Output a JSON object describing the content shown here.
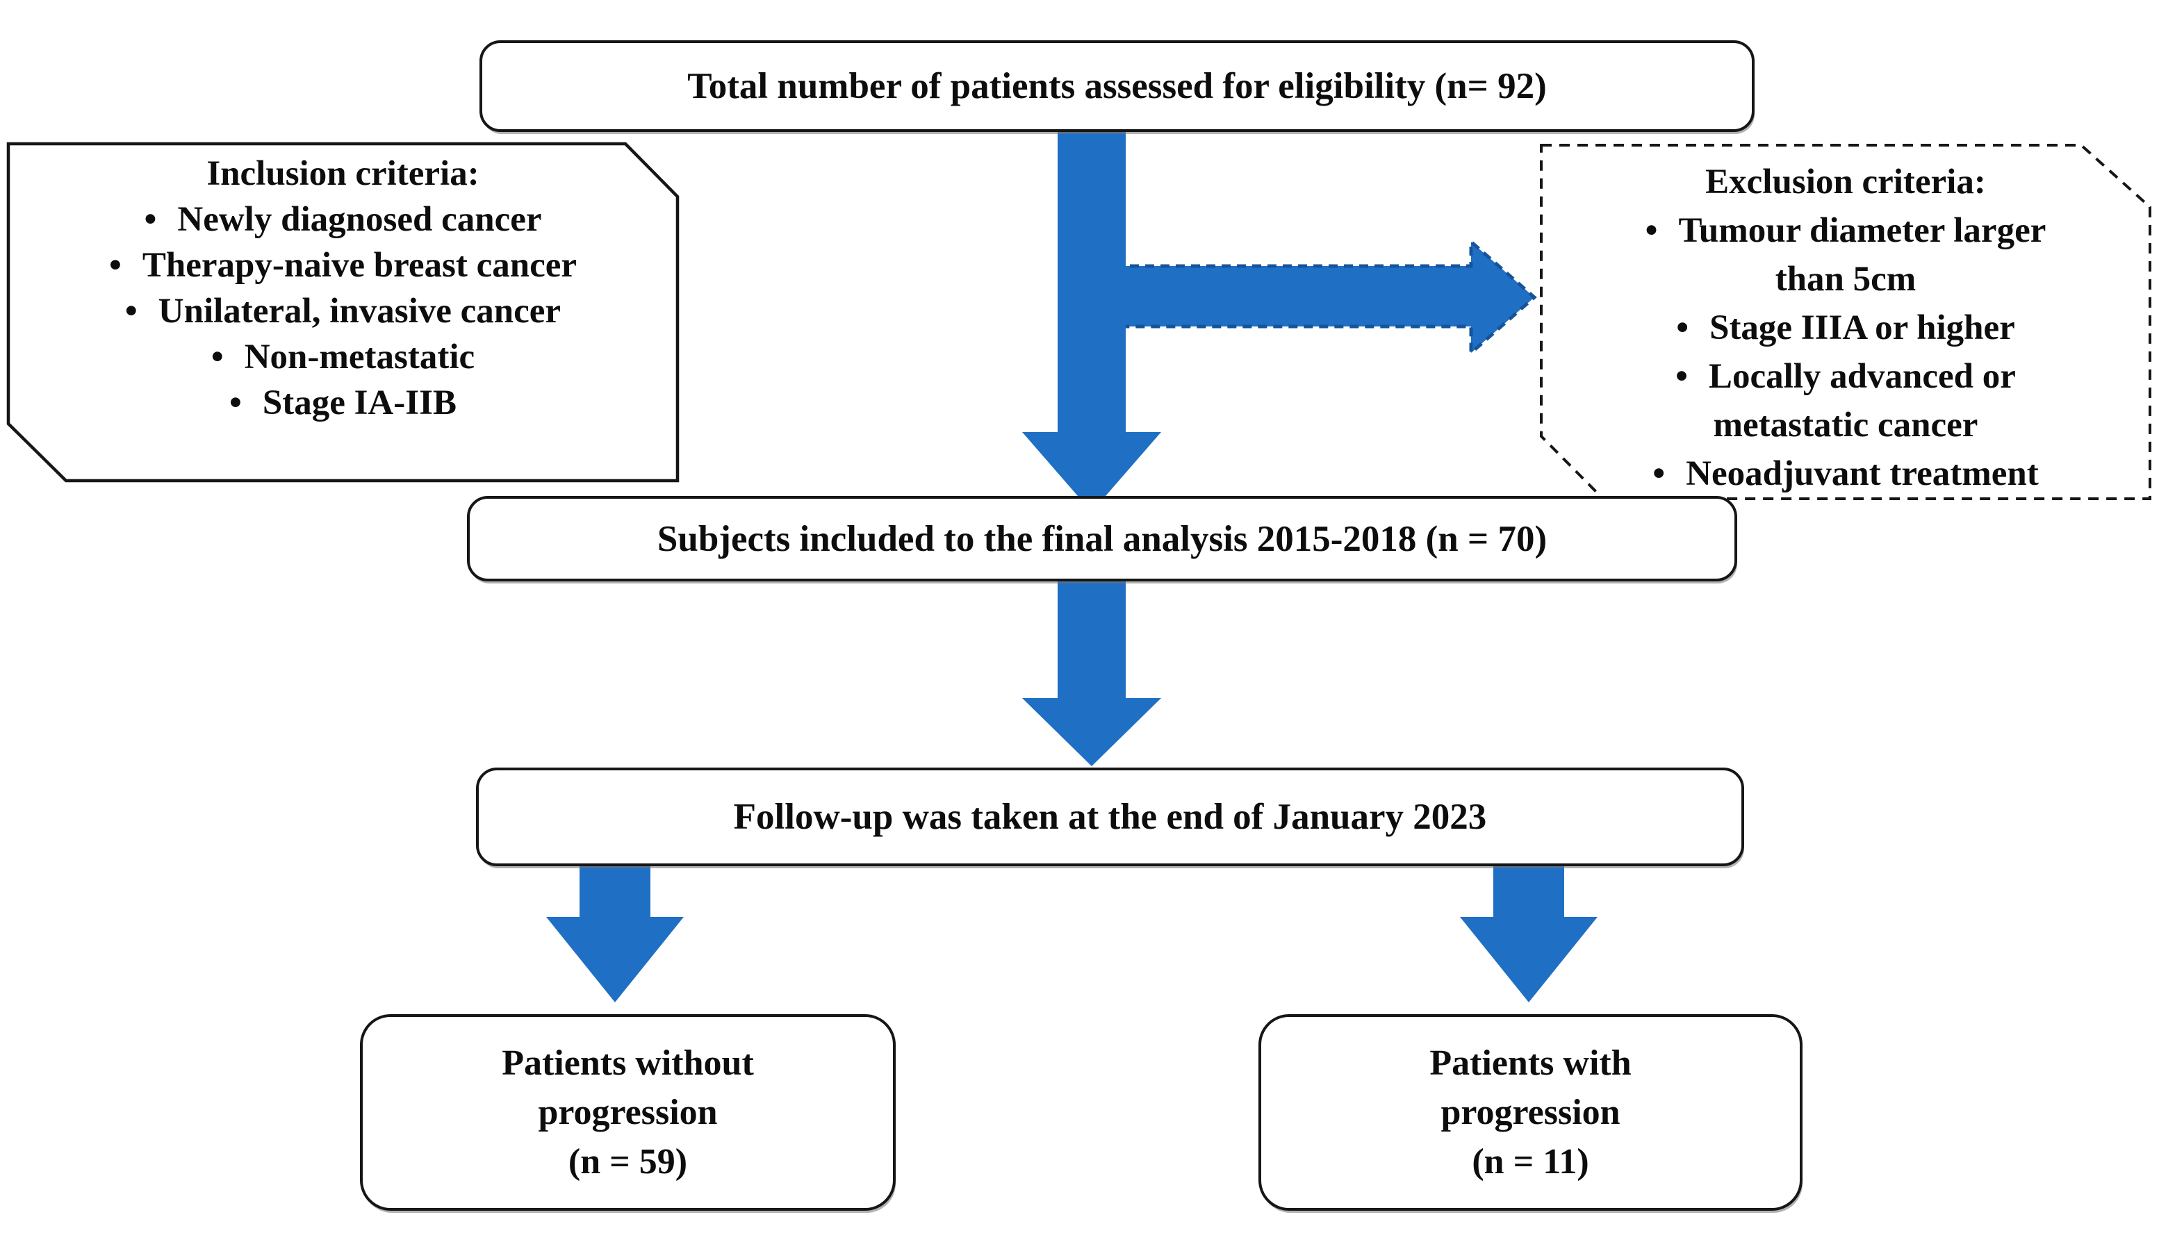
{
  "figure": {
    "colors": {
      "arrow": "#1F70C4",
      "arrow_dash_stroke": "#15549B",
      "border": "#161616"
    },
    "eligibility_box": {
      "label": "Total number of patients assessed for eligibility (n= 92)"
    },
    "inclusion_box": {
      "title": "Inclusion criteria:",
      "items": [
        "Newly diagnosed cancer",
        "Therapy-naive breast cancer",
        "Unilateral, invasive cancer",
        "Non-metastatic",
        "Stage IA-IIB"
      ]
    },
    "exclusion_box": {
      "title": "Exclusion criteria:",
      "items": [
        "Tumour diameter larger than 5cm",
        "Stage IIIA or higher",
        "Locally advanced or metastatic cancer",
        "Neoadjuvant treatment"
      ]
    },
    "analysis_box": {
      "label": "Subjects included to the final analysis 2015-2018 (n = 70)"
    },
    "followup_box": {
      "label": "Follow-up was taken at the end of January 2023"
    },
    "no_progression_box": {
      "line1": "Patients without",
      "line2": "progression",
      "line3": "(n = 59)"
    },
    "progression_box": {
      "line1": "Patients with",
      "line2": "progression",
      "line3": "(n = 11)"
    }
  }
}
